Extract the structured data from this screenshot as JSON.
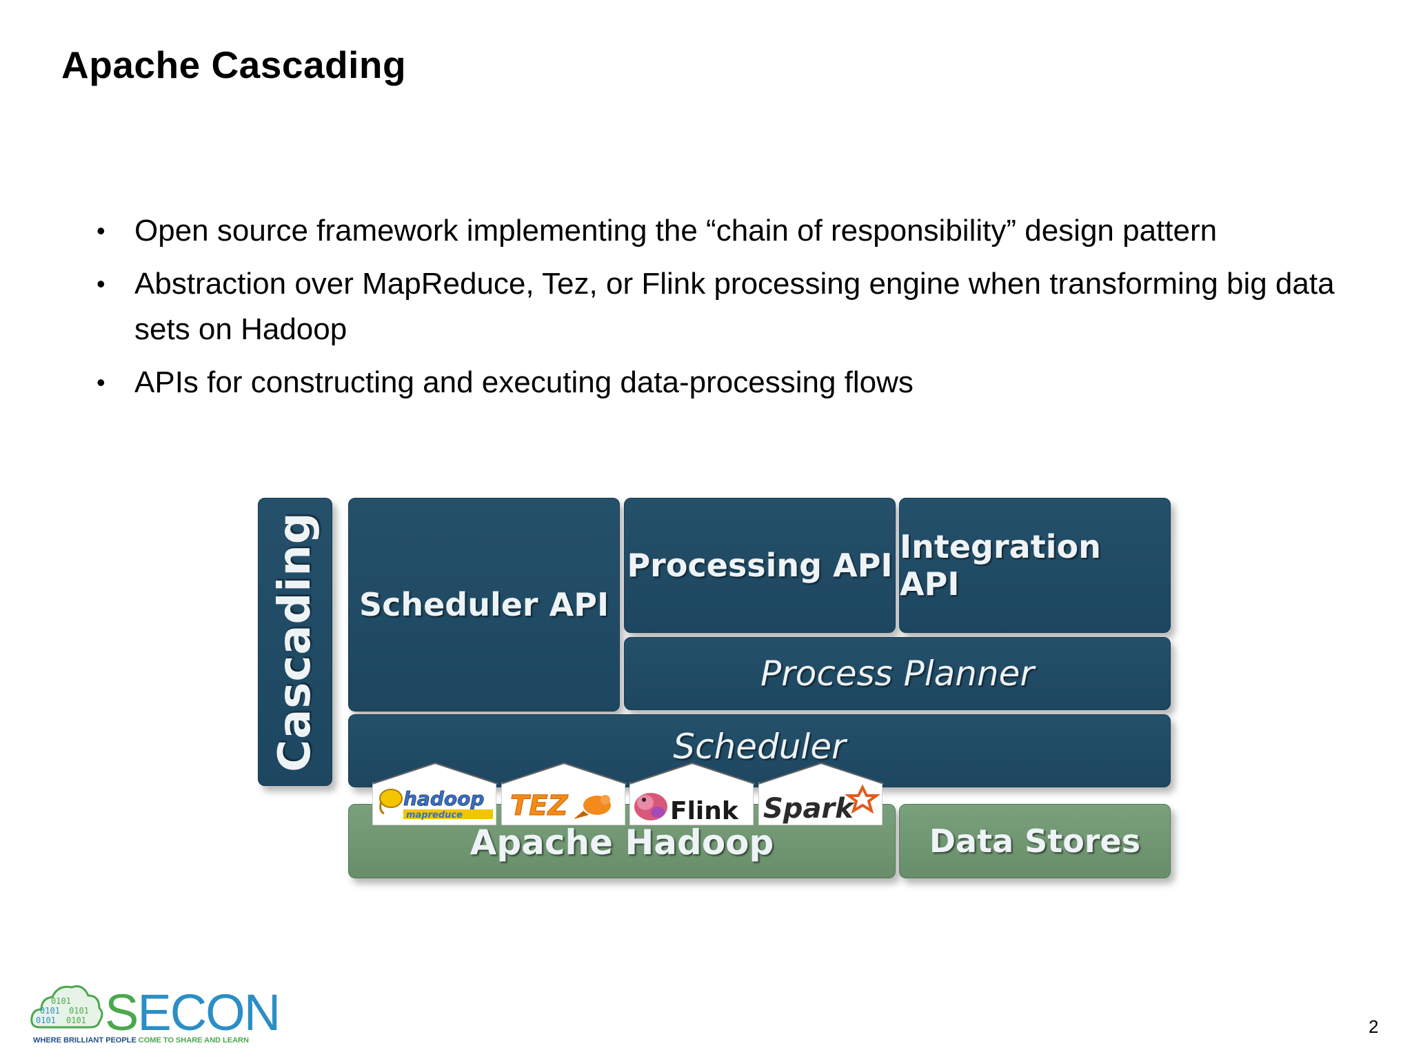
{
  "slide": {
    "title": "Apache Cascading",
    "page_number": "2"
  },
  "bullets": [
    "Open source framework implementing the “chain of responsibility” design pattern",
    "Abstraction over MapReduce, Tez, or Flink processing engine when transforming big data sets on Hadoop",
    "APIs for constructing and executing data-processing flows"
  ],
  "diagram": {
    "cascading": "Cascading",
    "scheduler_api": "Scheduler API",
    "processing_api": "Processing API",
    "integration_api": "Integration API",
    "process_planner": "Process Planner",
    "scheduler": "Scheduler",
    "apache_hadoop": "Apache Hadoop",
    "data_stores": "Data Stores",
    "engines": {
      "hadoop": "hadoop",
      "hadoop_sub": "mapreduce",
      "tez": "TEZ",
      "flink": "Flink",
      "spark": "Spark"
    },
    "colors": {
      "blue_block": "#1f4b66",
      "green_block": "#6f9671"
    }
  },
  "logo": {
    "name": "SECON",
    "tagline_part1": "WHERE BRILLIANT PEOPLE ",
    "tagline_part2": "COME TO SHARE AND LEARN",
    "binary": "0101",
    "colors": {
      "s": "#4aa84d",
      "econ": "#2b8ec4",
      "tagline1": "#1e4e86",
      "tagline2": "#4aa84d"
    }
  }
}
